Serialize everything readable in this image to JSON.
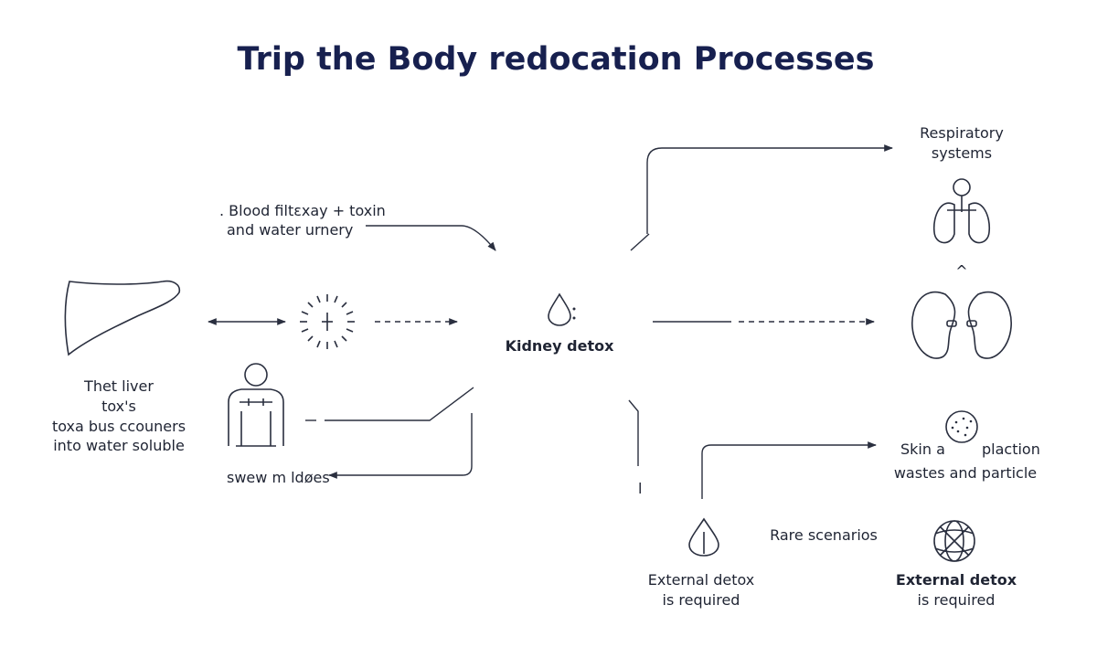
{
  "title": "Trip the Body redocation Processes",
  "labels": {
    "blood_filter_line1": ". Blood filtεxay + toxin",
    "blood_filter_line2": "and water urnery",
    "kidney": "Kidney detox",
    "liver_line1": "Thet liver",
    "liver_line2": "tox's",
    "liver_line3": "toxa bus ccouners",
    "liver_line4": "into water soluble",
    "sweat": "swew m ldøes",
    "respiratory_line1": "Respiratory",
    "respiratory_line2": "systems",
    "skin_left": "Skin a",
    "skin_right": "plaction",
    "skin_line2": "wastes and particle",
    "rare": "Rare scenarios",
    "external_left_line1": "External detox",
    "external_left_line2": "is required",
    "external_right_line1": "External detox",
    "external_right_line2": "is required",
    "caret": "^",
    "stray_mark": "l"
  },
  "icons": [
    "liver-icon",
    "sun-icon",
    "person-icon",
    "water-drop-icon",
    "lungs-icon",
    "kidneys-icon",
    "skin-icon",
    "drop-icon",
    "globe-icon"
  ],
  "colors": {
    "title": "#17204f",
    "line": "#2a2f3f",
    "background": "#ffffff"
  }
}
